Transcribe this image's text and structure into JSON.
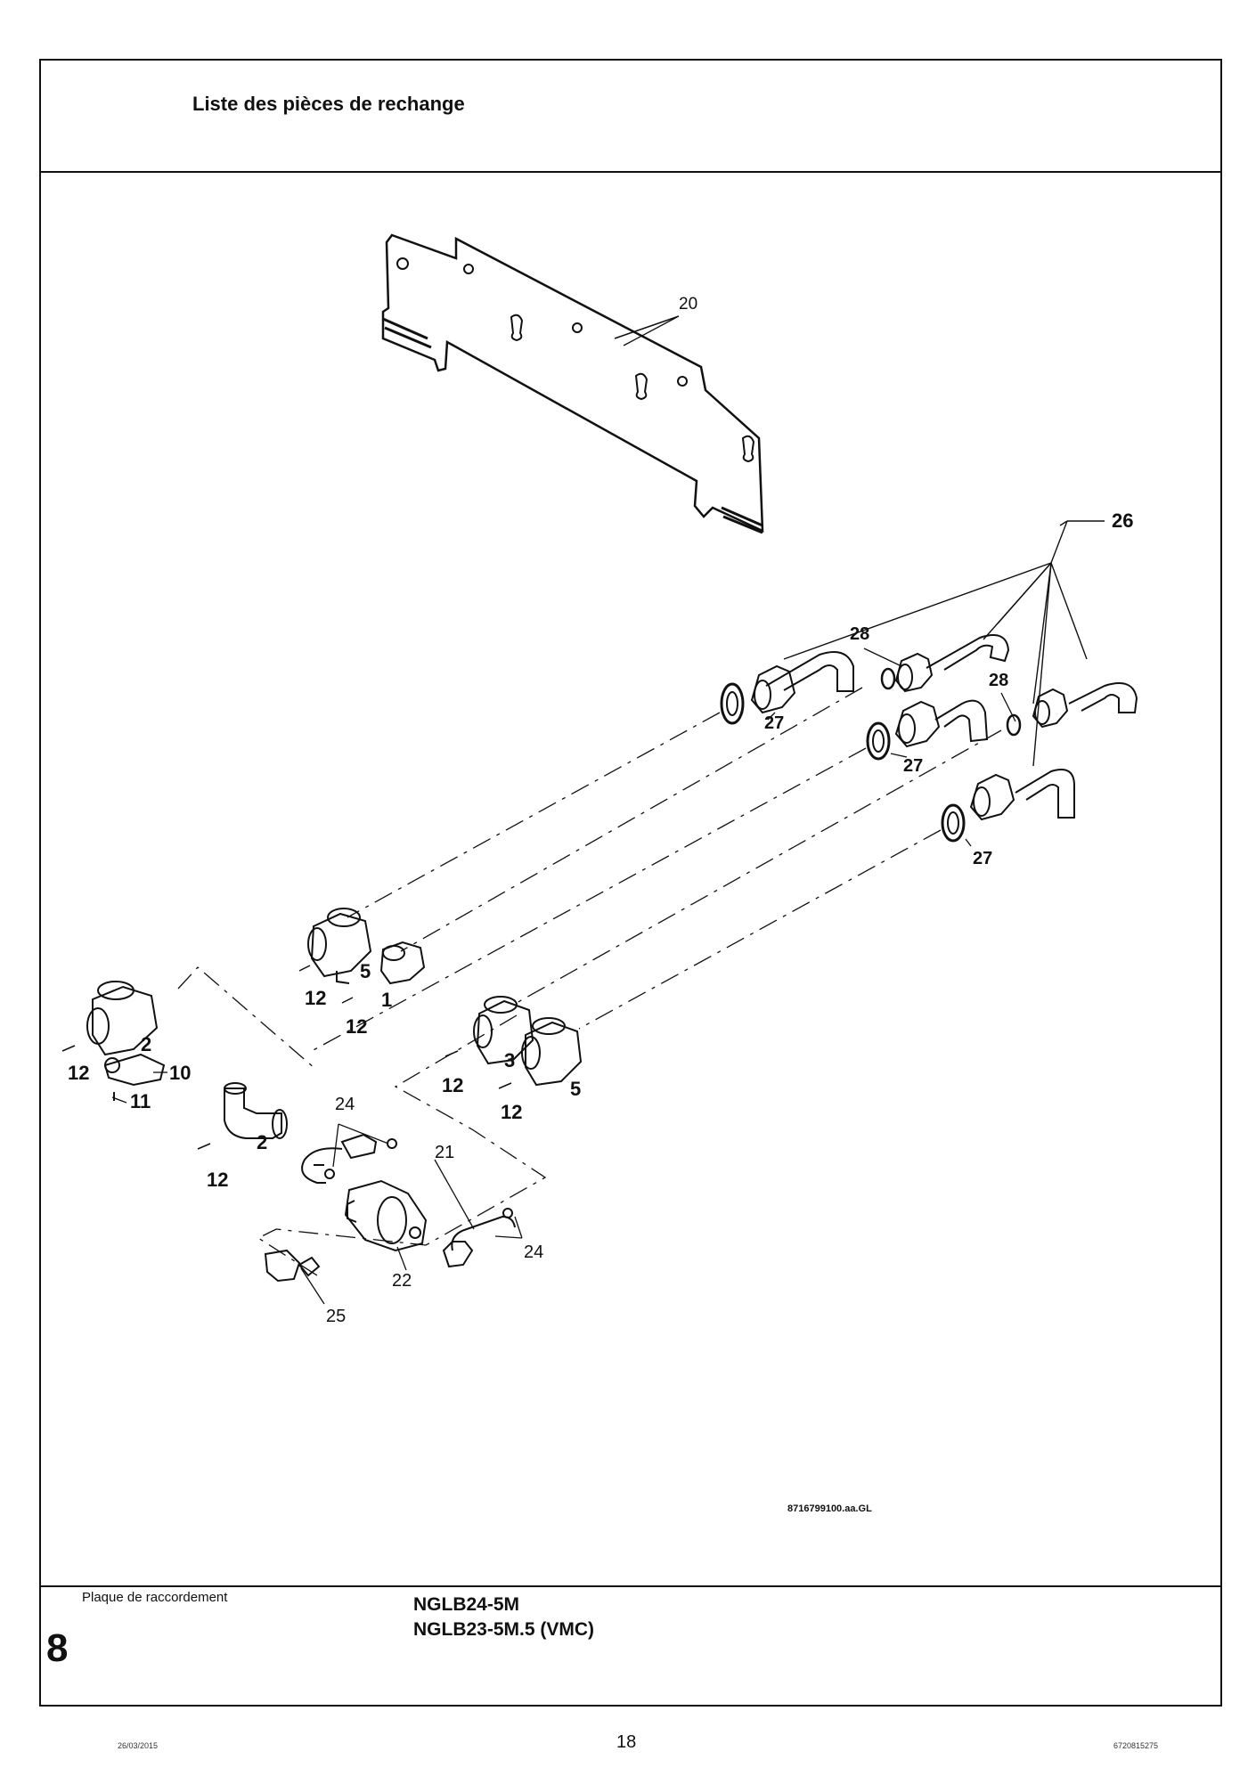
{
  "header": {
    "title": "Liste des pièces de rechange"
  },
  "diagram": {
    "callouts": [
      {
        "id": "c20",
        "text": "20"
      },
      {
        "id": "c26",
        "text": "26"
      },
      {
        "id": "c28a",
        "text": "28"
      },
      {
        "id": "c28b",
        "text": "28"
      },
      {
        "id": "c27a",
        "text": "27"
      },
      {
        "id": "c27b",
        "text": "27"
      },
      {
        "id": "c27c",
        "text": "27"
      },
      {
        "id": "c5a",
        "text": "5"
      },
      {
        "id": "c1",
        "text": "1"
      },
      {
        "id": "c12a",
        "text": "12"
      },
      {
        "id": "c12b",
        "text": "12"
      },
      {
        "id": "c2a",
        "text": "2"
      },
      {
        "id": "c12c",
        "text": "12"
      },
      {
        "id": "c10",
        "text": "10"
      },
      {
        "id": "c11",
        "text": "11"
      },
      {
        "id": "c3",
        "text": "3"
      },
      {
        "id": "c12d",
        "text": "12"
      },
      {
        "id": "c5b",
        "text": "5"
      },
      {
        "id": "c12e",
        "text": "12"
      },
      {
        "id": "c2b",
        "text": "2"
      },
      {
        "id": "c12f",
        "text": "12"
      },
      {
        "id": "c24a",
        "text": "24"
      },
      {
        "id": "c21",
        "text": "21"
      },
      {
        "id": "c24b",
        "text": "24"
      },
      {
        "id": "c22",
        "text": "22"
      },
      {
        "id": "c25",
        "text": "25"
      }
    ],
    "reference": "8716799100.aa.GL"
  },
  "footer": {
    "caption": "Plaque de raccordement",
    "section_number": "8",
    "models": [
      "NGLB24-5M",
      "NGLB23-5M.5 (VMC)"
    ],
    "date": "26/03/2015",
    "page_number": "18",
    "doc_number": "6720815275"
  }
}
